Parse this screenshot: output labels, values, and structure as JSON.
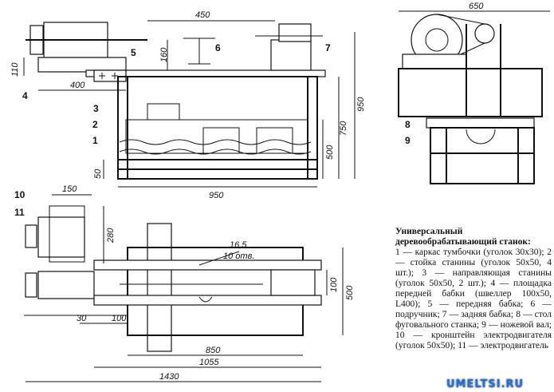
{
  "front_view": {
    "dims": {
      "d450": "450",
      "d160": "160",
      "d110": "110",
      "d400": "400",
      "d950_bottom": "950",
      "d50": "50",
      "d500": "500",
      "d750": "750",
      "d950_height": "950"
    },
    "labels": {
      "l1": "1",
      "l2": "2",
      "l3": "3",
      "l4": "4",
      "l5": "5",
      "l6": "6",
      "l7": "7"
    }
  },
  "side_view": {
    "dims": {
      "d650": "650"
    },
    "labels": {
      "l8": "8",
      "l9": "9"
    }
  },
  "plan_view": {
    "dims": {
      "d150": "150",
      "d280": "280",
      "d16_5": "16,5",
      "holes": "10 отв.",
      "d100_right": "100",
      "d500": "500",
      "d30": "30",
      "d100_left": "100",
      "d850": "850",
      "d1055": "1055",
      "d1430": "1430"
    },
    "labels": {
      "l10": "10",
      "l11": "11"
    }
  },
  "caption": {
    "title": "Универсальный деревообрабатывающий станок:",
    "body": "1 — каркас тумбочки (уголок 30х30); 2 — стойка станины (уголок 50х50, 4 шт.); 3 — направляющая станины (уголок 50х50, 2 шт.); 4 — площадка передней бабки (швеллер 100х50, L400); 5 — передняя бабка; 6 — подручник; 7 — задняя бабка; 8 — стол фуговального станка; 9 — ножевой вал; 10 — кронштейн электродвигателя (уголок 50х50); 11 — электродвигатель"
  },
  "watermark": "UMELTSI.RU"
}
